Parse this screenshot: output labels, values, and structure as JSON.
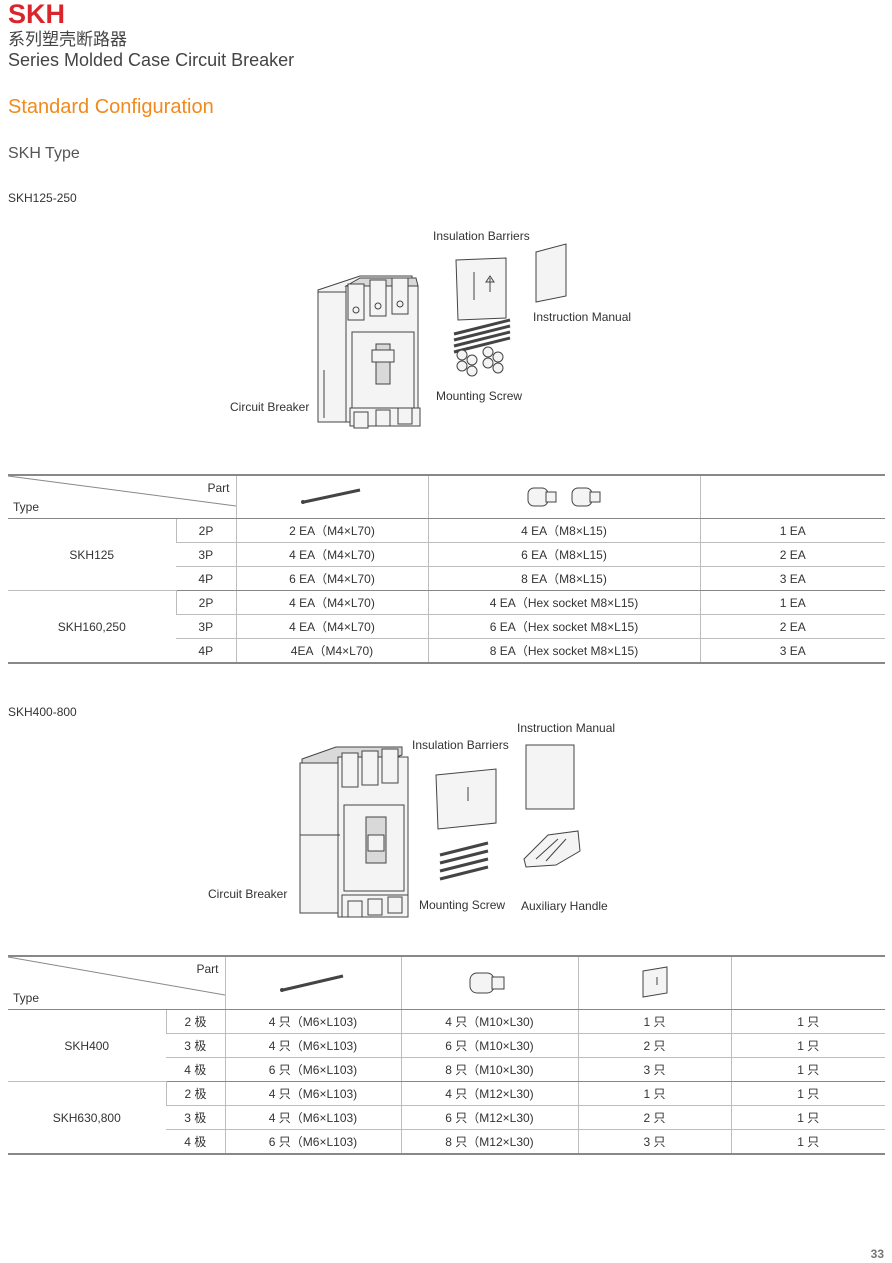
{
  "header": {
    "brand": "SKH",
    "cn_title": "系列塑壳断路器",
    "en_title": "Series Molded Case Circuit Breaker"
  },
  "section_title": "Standard Configuration",
  "type_title": "SKH Type",
  "group1": {
    "model_range": "SKH125-250",
    "labels": {
      "insulation_barriers": "Insulation Barriers",
      "instruction_manual": "Instruction Manual",
      "mounting_screw": "Mounting Screw",
      "circuit_breaker": "Circuit Breaker"
    },
    "table": {
      "part_label": "Part",
      "type_label": "Type",
      "groups": [
        {
          "type": "SKH125",
          "rows": [
            {
              "pole": "2P",
              "c1": "2 EA（M4×L70)",
              "c2": "4 EA（M8×L15)",
              "c3": "1 EA"
            },
            {
              "pole": "3P",
              "c1": "4 EA（M4×L70)",
              "c2": "6 EA（M8×L15)",
              "c3": "2 EA"
            },
            {
              "pole": "4P",
              "c1": "6 EA（M4×L70)",
              "c2": "8 EA（M8×L15)",
              "c3": "3 EA"
            }
          ]
        },
        {
          "type": "SKH160,250",
          "rows": [
            {
              "pole": "2P",
              "c1": "4 EA（M4×L70)",
              "c2": "4 EA（Hex socket M8×L15)",
              "c3": "1 EA"
            },
            {
              "pole": "3P",
              "c1": "4 EA（M4×L70)",
              "c2": "6 EA（Hex socket M8×L15)",
              "c3": "2 EA"
            },
            {
              "pole": "4P",
              "c1": "4EA（M4×L70)",
              "c2": "8 EA（Hex socket M8×L15)",
              "c3": "3 EA"
            }
          ]
        }
      ]
    }
  },
  "group2": {
    "model_range": "SKH400-800",
    "labels": {
      "instruction_manual": "Instruction Manual",
      "insulation_barriers": "Insulation Barriers",
      "circuit_breaker": "Circuit Breaker",
      "mounting_screw": "Mounting Screw",
      "auxiliary_handle": "Auxiliary Handle"
    },
    "table": {
      "part_label": "Part",
      "type_label": "Type",
      "groups": [
        {
          "type": "SKH400",
          "rows": [
            {
              "pole": "2 极",
              "c1": "4 只（M6×L103)",
              "c2": "4 只（M10×L30)",
              "c3": "1 只",
              "c4": "1 只"
            },
            {
              "pole": "3 极",
              "c1": "4 只（M6×L103)",
              "c2": "6 只（M10×L30)",
              "c3": "2 只",
              "c4": "1 只"
            },
            {
              "pole": "4 极",
              "c1": "6 只（M6×L103)",
              "c2": "8 只（M10×L30)",
              "c3": "3 只",
              "c4": "1 只"
            }
          ]
        },
        {
          "type": "SKH630,800",
          "rows": [
            {
              "pole": "2 极",
              "c1": "4 只（M6×L103)",
              "c2": "4 只（M12×L30)",
              "c3": "1 只",
              "c4": "1 只"
            },
            {
              "pole": "3 极",
              "c1": "4 只（M6×L103)",
              "c2": "6 只（M12×L30)",
              "c3": "2 只",
              "c4": "1 只"
            },
            {
              "pole": "4 极",
              "c1": "6 只（M6×L103)",
              "c2": "8 只（M12×L30)",
              "c3": "3 只",
              "c4": "1 只"
            }
          ]
        }
      ]
    }
  },
  "page_number": "33",
  "colors": {
    "brand_red": "#d9262c",
    "section_orange": "#f08a1c",
    "rule_gray": "#888888"
  }
}
